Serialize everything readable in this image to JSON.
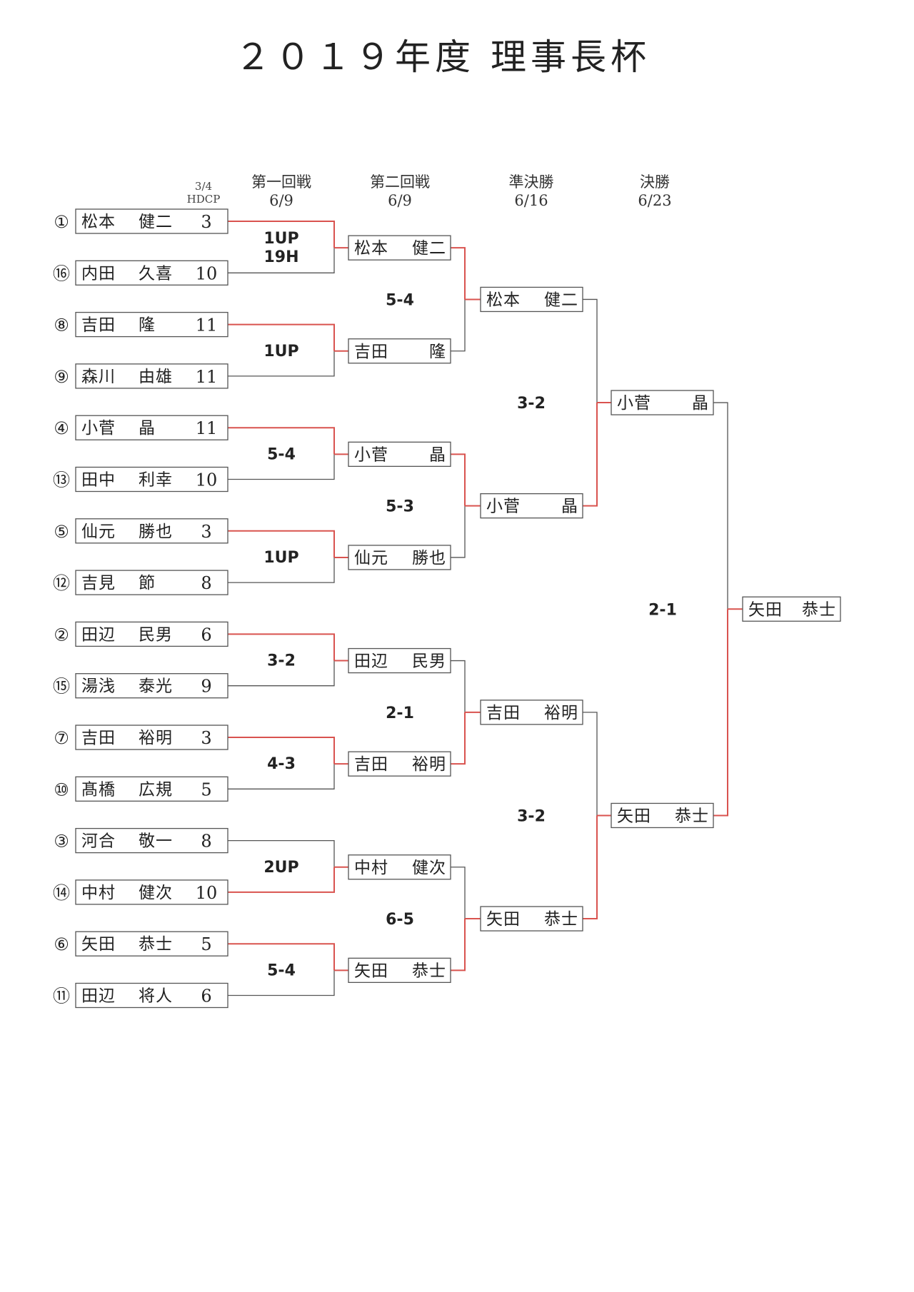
{
  "title": "２０１９年度 理事長杯",
  "header": {
    "hdcp_top": "3/4",
    "hdcp_bottom": "HDCP",
    "rounds": [
      {
        "name": "第一回戦",
        "date": "6/9"
      },
      {
        "name": "第二回戦",
        "date": "6/9"
      },
      {
        "name": "準決勝",
        "date": "6/16"
      },
      {
        "name": "決勝",
        "date": "6/23"
      }
    ]
  },
  "entrants": [
    {
      "seed": "①",
      "family": "松本",
      "given": "健二",
      "hdcp": "3"
    },
    {
      "seed": "⑯",
      "family": "内田",
      "given": "久喜",
      "hdcp": "10"
    },
    {
      "seed": "⑧",
      "family": "吉田",
      "given": "隆",
      "hdcp": "11"
    },
    {
      "seed": "⑨",
      "family": "森川",
      "given": "由雄",
      "hdcp": "11"
    },
    {
      "seed": "④",
      "family": "小菅",
      "given": "晶",
      "hdcp": "11"
    },
    {
      "seed": "⑬",
      "family": "田中",
      "given": "利幸",
      "hdcp": "10"
    },
    {
      "seed": "⑤",
      "family": "仙元",
      "given": "勝也",
      "hdcp": "3"
    },
    {
      "seed": "⑫",
      "family": "吉見",
      "given": "節",
      "hdcp": "8"
    },
    {
      "seed": "②",
      "family": "田辺",
      "given": "民男",
      "hdcp": "6"
    },
    {
      "seed": "⑮",
      "family": "湯浅",
      "given": "泰光",
      "hdcp": "9"
    },
    {
      "seed": "⑦",
      "family": "吉田",
      "given": "裕明",
      "hdcp": "3"
    },
    {
      "seed": "⑩",
      "family": "髙橋",
      "given": "広規",
      "hdcp": "5"
    },
    {
      "seed": "③",
      "family": "河合",
      "given": "敬一",
      "hdcp": "8"
    },
    {
      "seed": "⑭",
      "family": "中村",
      "given": "健次",
      "hdcp": "10"
    },
    {
      "seed": "⑥",
      "family": "矢田",
      "given": "恭士",
      "hdcp": "5"
    },
    {
      "seed": "⑪",
      "family": "田辺",
      "given": "将人",
      "hdcp": "6"
    }
  ],
  "round1": [
    {
      "winner": 0,
      "score_lines": [
        "1UP",
        "19H"
      ]
    },
    {
      "winner": 0,
      "score_lines": [
        "1UP"
      ]
    },
    {
      "winner": 0,
      "score_lines": [
        "5-4"
      ]
    },
    {
      "winner": 0,
      "score_lines": [
        "1UP"
      ]
    },
    {
      "winner": 0,
      "score_lines": [
        "3-2"
      ]
    },
    {
      "winner": 0,
      "score_lines": [
        "4-3"
      ]
    },
    {
      "winner": 1,
      "score_lines": [
        "2UP"
      ]
    },
    {
      "winner": 0,
      "score_lines": [
        "5-4"
      ]
    }
  ],
  "round2": [
    {
      "family": "松本",
      "given": "健二"
    },
    {
      "family": "吉田",
      "given": "隆"
    },
    {
      "family": "小菅",
      "given": "晶"
    },
    {
      "family": "仙元",
      "given": "勝也"
    },
    {
      "family": "田辺",
      "given": "民男"
    },
    {
      "family": "吉田",
      "given": "裕明"
    },
    {
      "family": "中村",
      "given": "健次"
    },
    {
      "family": "矢田",
      "given": "恭士"
    }
  ],
  "round2_matches": [
    {
      "winner": 0,
      "score": "5-4"
    },
    {
      "winner": 0,
      "score": "5-3"
    },
    {
      "winner": 1,
      "score": "2-1"
    },
    {
      "winner": 1,
      "score": "6-5"
    }
  ],
  "semifinal": [
    {
      "family": "松本",
      "given": "健二"
    },
    {
      "family": "小菅",
      "given": "晶"
    },
    {
      "family": "吉田",
      "given": "裕明"
    },
    {
      "family": "矢田",
      "given": "恭士"
    }
  ],
  "semifinal_matches": [
    {
      "winner": 1,
      "score": "3-2"
    },
    {
      "winner": 1,
      "score": "3-2"
    }
  ],
  "final": [
    {
      "family": "小菅",
      "given": "晶"
    },
    {
      "family": "矢田",
      "given": "恭士"
    }
  ],
  "final_match": {
    "winner": 1,
    "score": "2-1"
  },
  "champion": {
    "family": "矢田",
    "given": "恭士"
  },
  "colors": {
    "win_line": "#d9534f",
    "line": "#555555"
  }
}
